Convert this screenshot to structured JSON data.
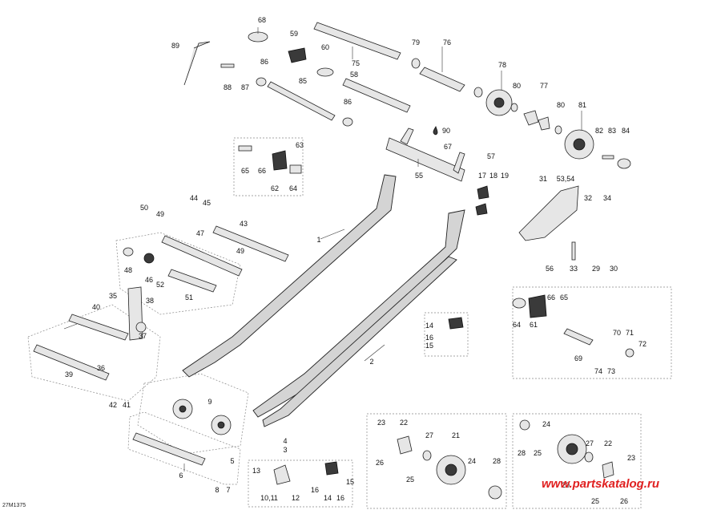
{
  "drawing_code": "27M1375",
  "watermark": "www.partskatalog.ru",
  "water_drop_icon": "droplet-icon",
  "labels": [
    "68",
    "59",
    "75",
    "76",
    "79",
    "60",
    "89",
    "86",
    "78",
    "88",
    "87",
    "58",
    "85",
    "80",
    "77",
    "86",
    "80",
    "81",
    "90",
    "82",
    "83",
    "84",
    "63",
    "67",
    "57",
    "65",
    "66",
    "62",
    "64",
    "55",
    "17",
    "18",
    "19",
    "31",
    "53,54",
    "44",
    "45",
    "32",
    "34",
    "50",
    "49",
    "43",
    "1",
    "47",
    "56",
    "33",
    "29",
    "30",
    "49",
    "48",
    "46",
    "52",
    "51",
    "38",
    "35",
    "40",
    "37",
    "64",
    "61",
    "66",
    "65",
    "14",
    "16",
    "15",
    "70",
    "71",
    "69",
    "72",
    "74",
    "73",
    "2",
    "36",
    "39",
    "42",
    "41",
    "9",
    "23",
    "22",
    "27",
    "21",
    "4",
    "3",
    "26",
    "25",
    "24",
    "28",
    "24",
    "25",
    "5",
    "13",
    "6",
    "8",
    "7",
    "10,11",
    "12",
    "16",
    "14",
    "16",
    "15",
    "27",
    "22",
    "20",
    "23",
    "25",
    "26",
    "28"
  ]
}
